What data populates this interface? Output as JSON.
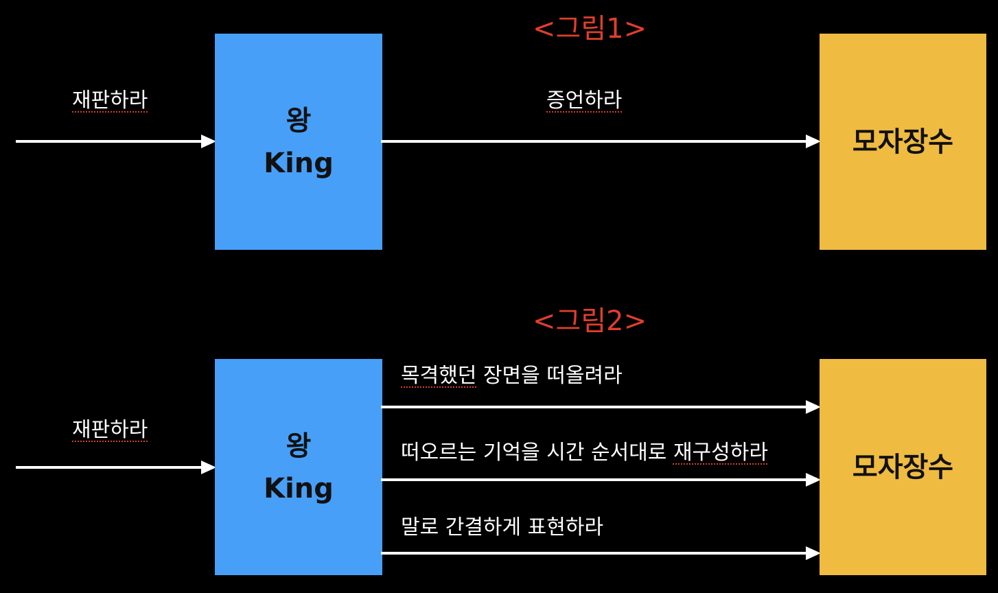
{
  "figure1": {
    "title": "<그림1>",
    "input_label": "재판하라",
    "king": {
      "line1": "왕",
      "line2": "King"
    },
    "hatter": "모자장수",
    "commands": [
      "증언하라"
    ]
  },
  "figure2": {
    "title": "<그림2>",
    "input_label": "재판하라",
    "king": {
      "line1": "왕",
      "line2": "King"
    },
    "hatter": "모자장수",
    "commands": [
      {
        "underlined": "목격했던",
        "rest": " 장면을 떠올려라"
      },
      {
        "plain": "떠오르는 기억을 시간 순서대로 ",
        "underlined": "재구성하라"
      },
      {
        "plain": "말로 간결하게 표현하라"
      }
    ]
  },
  "colors": {
    "background": "#000000",
    "title": "#e03e2d",
    "king_box": "#479ff8",
    "hatter_box": "#efbb41",
    "arrow": "#ffffff"
  }
}
